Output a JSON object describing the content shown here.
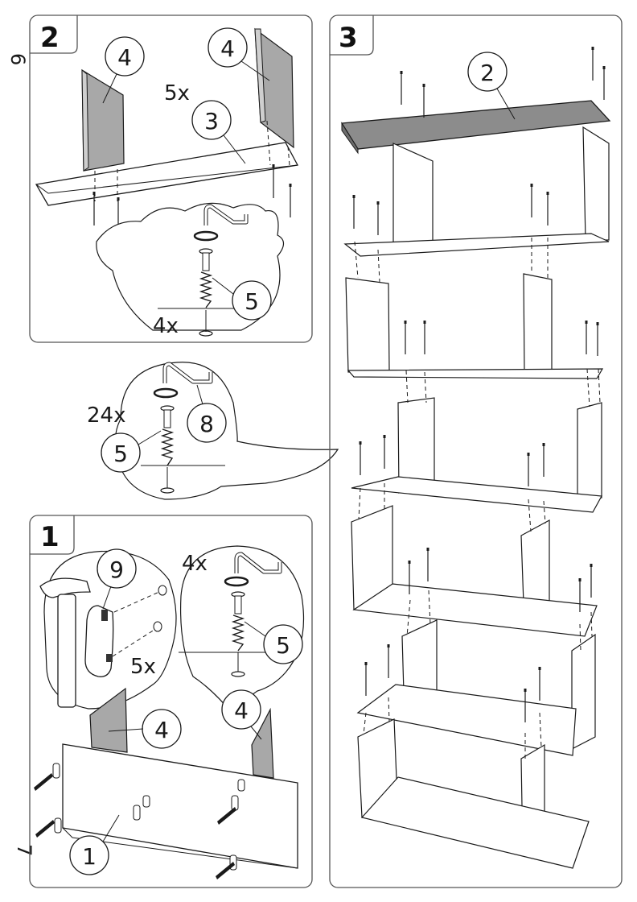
{
  "pages": {
    "top": "6",
    "bottom": "7"
  },
  "steps": {
    "s1": {
      "number": "1",
      "screw_qty": "4x",
      "dowel_qty": "5x"
    },
    "s2": {
      "number": "2",
      "dowel_qty": "5x",
      "screw_qty": "4x"
    },
    "s3": {
      "number": "3"
    }
  },
  "screw_detail": {
    "qty": "24x"
  },
  "parts": {
    "p1": "1",
    "p2": "2",
    "p3": "3",
    "p4": "4",
    "p5": "5",
    "p8": "8",
    "p9": "9"
  },
  "colors": {
    "line": "#1a1a1a",
    "panel_fill": "#a8a8a8",
    "dark_fill": "#8c8c8c",
    "frame": "#555555"
  }
}
